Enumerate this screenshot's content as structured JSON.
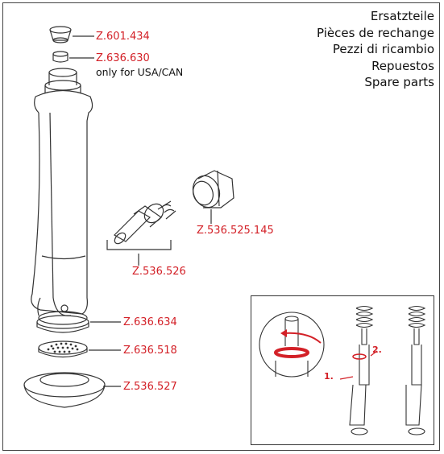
{
  "titles": [
    "Ersatzteile",
    "Pièces de rechange",
    "Pezzi di ricambio",
    "Repuestos",
    "Spare parts"
  ],
  "parts": {
    "p601434": "Z.601.434",
    "p636630": "Z.636.630",
    "p636630_note": "only for USA/CAN",
    "p536525145": "Z.536.525.145",
    "p536526": "Z.536.526",
    "p636634": "Z.636.634",
    "p636518": "Z.636.518",
    "p536527": "Z.536.527"
  },
  "inset": {
    "step1": "1.",
    "step2": "2."
  },
  "colors": {
    "part_number": "#d32027",
    "line": "#333333",
    "highlight_ring": "#d32027"
  }
}
